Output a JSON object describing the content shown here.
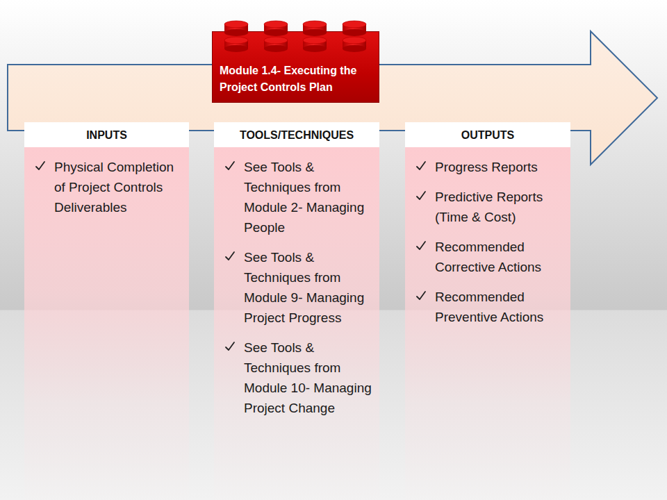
{
  "diagram": {
    "nodes": [
      {
        "text": [
          "Module 1.4- Executing the Project Controls Plan"
        ]
      },
      {
        "text": [
          "INPUTS",
          "Physical Completion of Project Controls Deliverables"
        ]
      },
      {
        "text": [
          "TOOLS/TECHNIQUES",
          "See Tools & Techniques from Module 2- Managing People",
          "See Tools & Techniques from Module 9- Managing Project Progress",
          "See Tools & Techniques from Module 10- Managing Project Change"
        ]
      },
      {
        "text": [
          "OUTPUTS",
          "Progress Reports",
          "Predictive Reports (Time & Cost)",
          "Recommended Corrective Actions",
          "Recommended Preventive Actions"
        ]
      }
    ]
  }
}
